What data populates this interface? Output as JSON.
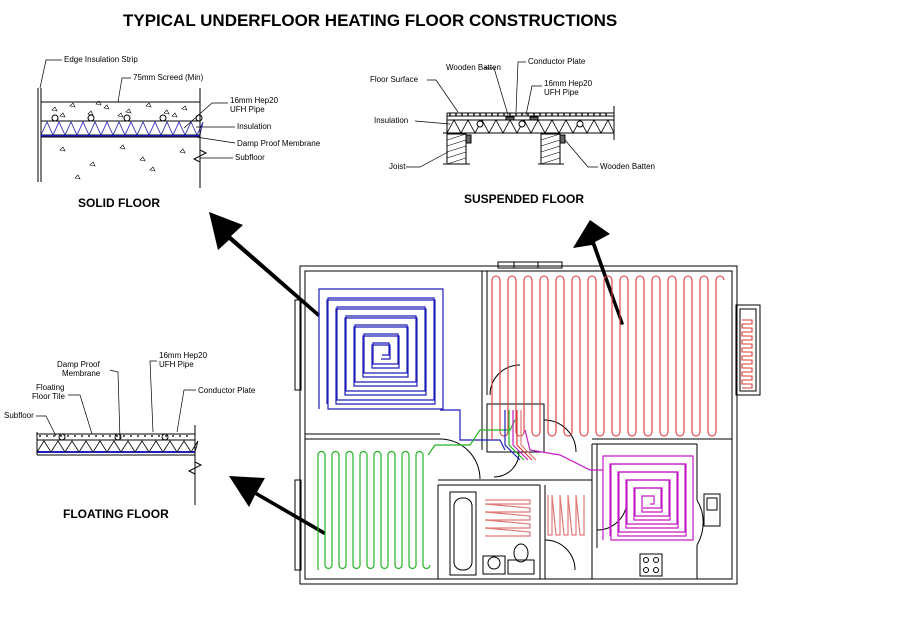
{
  "title": "TYPICAL UNDERFLOOR HEATING FLOOR CONSTRUCTIONS",
  "solid": {
    "caption": "SOLID FLOOR",
    "edge_insulation": "Edge Insulation Strip",
    "screed": "75mm Screed (Min)",
    "pipe_1": "16mm Hep20",
    "pipe_2": "UFH Pipe",
    "insulation": "Insulation",
    "dpm": "Damp Proof Membrane",
    "subfloor": "Subfloor"
  },
  "suspended": {
    "caption": "SUSPENDED FLOOR",
    "wooden_batten_top": "Wooden Batten",
    "conductor_plate": "Conductor Plate",
    "floor_surface": "Floor Surface",
    "pipe_1": "16mm Hep20",
    "pipe_2": "UFH Pipe",
    "insulation": "Insulation",
    "joist": "Joist",
    "wooden_batten_bottom": "Wooden Batten"
  },
  "floating": {
    "caption": "FLOATING FLOOR",
    "dpm_1": "Damp Proof",
    "dpm_2": "Membrane",
    "tile_1": "Floating",
    "tile_2": "Floor Tile",
    "pipe_1": "16mm Hep20",
    "pipe_2": "UFH Pipe",
    "conductor_plate": "Conductor Plate",
    "subfloor": "Subfloor"
  },
  "colors": {
    "blue_zone": "#1f1fb8",
    "red_zone": "#d83a3a",
    "green_zone": "#22b322",
    "magenta_zone": "#c21cc2",
    "line": "#000000"
  }
}
